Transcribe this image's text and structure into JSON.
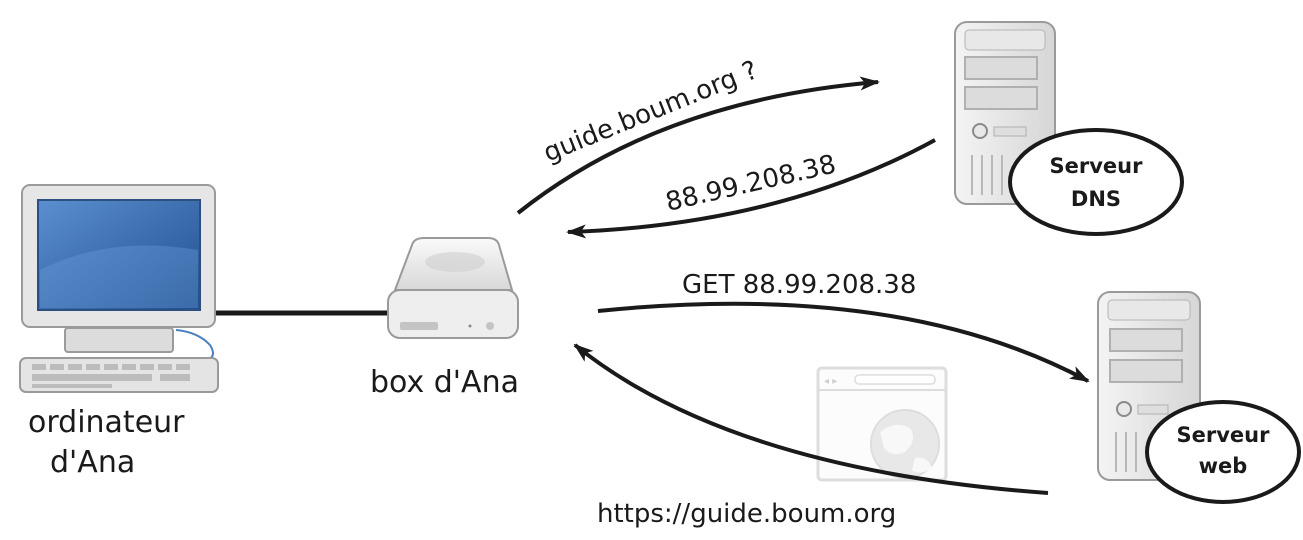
{
  "nodes": {
    "computer": {
      "label_line1": "ordinateur",
      "label_line2": "d'Ana"
    },
    "box": {
      "label": "box d'Ana"
    },
    "dns_server": {
      "label_line1": "Serveur",
      "label_line2": "DNS"
    },
    "web_server": {
      "label_line1": "Serveur",
      "label_line2": "web"
    }
  },
  "arrows": {
    "dns_query": "guide.boum.org ?",
    "dns_response": "88.99.208.38",
    "http_request": "GET 88.99.208.38",
    "http_response": "https://guide.boum.org"
  },
  "colors": {
    "line": "#1a1a1a",
    "screen": "#3a6fb0",
    "device_body": "#e8e8e8",
    "device_outline": "#9a9a9a"
  }
}
